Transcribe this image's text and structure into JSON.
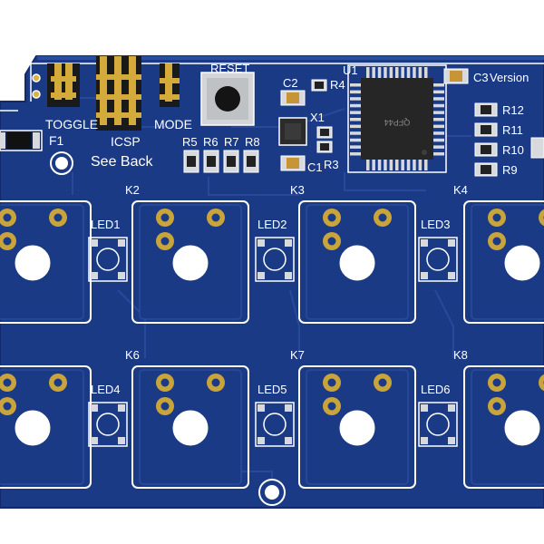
{
  "board": {
    "colors": {
      "pcb": "#1b3a86",
      "pcb_edge": "#13296a",
      "silk": "#ffffff",
      "gold": "#c9a43a",
      "pad": "#d7d9dc",
      "chip": "#262626"
    },
    "labels": {
      "toggle": "TOGGLE",
      "icsp": "ICSP",
      "mode": "MODE",
      "reset": "RESET",
      "f1": "F1",
      "see_back": "See Back",
      "u1": "U1",
      "chip_marking": "QFP44",
      "c1": "C1",
      "c2": "C2",
      "c3": "C3",
      "version": "Version",
      "x1": "X1",
      "r3": "R3",
      "r4": "R4",
      "r5": "R5",
      "r6": "R6",
      "r7": "R7",
      "r8": "R8",
      "r9": "R9",
      "r10": "R10",
      "r11": "R11",
      "r12": "R12"
    },
    "keys": [
      "K2",
      "K3",
      "K4",
      "K6",
      "K7",
      "K8"
    ],
    "leds": [
      "LED1",
      "LED2",
      "LED3",
      "LED4",
      "LED5",
      "LED6"
    ]
  }
}
